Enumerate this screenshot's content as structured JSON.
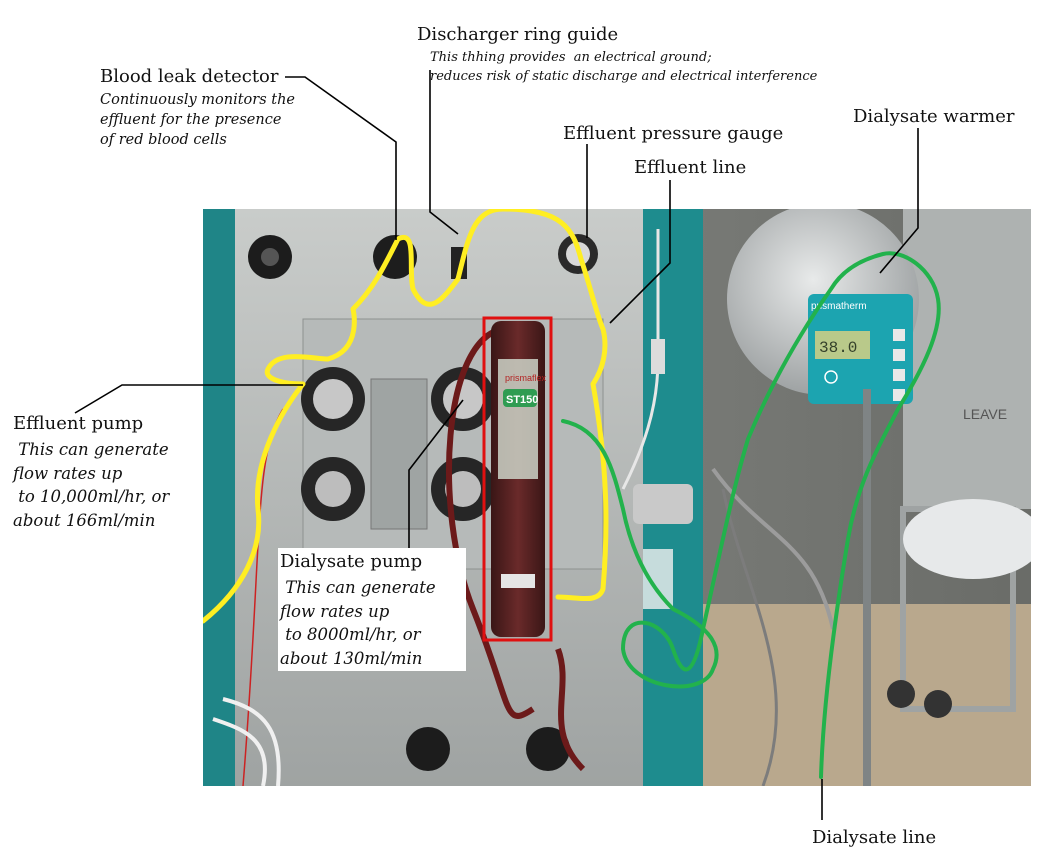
{
  "labels": {
    "discharger_ring_guide": {
      "title": "Discharger ring guide",
      "note": [
        "This thhing provides  an electrical ground;",
        "reduces risk of static discharge and electrical interference"
      ]
    },
    "blood_leak_detector": {
      "title": "Blood leak detector",
      "note": [
        "Continuously monitors the",
        "effluent for the presence",
        "of red blood cells"
      ]
    },
    "effluent_pressure_gauge": {
      "title": "Effluent pressure gauge"
    },
    "effluent_line": {
      "title": "Effluent line"
    },
    "dialysate_warmer": {
      "title": "Dialysate warmer"
    },
    "effluent_pump": {
      "title": "Effluent pump",
      "note": [
        " This can generate",
        "flow rates up",
        " to 10,000ml/hr, or",
        "about 166ml/min"
      ]
    },
    "dialysate_pump": {
      "title": "Dialysate pump",
      "note": [
        " This can generate",
        "flow rates up",
        " to 8000ml/hr, or",
        "about 130ml/min"
      ]
    },
    "dialysate_line": {
      "title": "Dialysate line"
    }
  },
  "photo_text": {
    "filter_brand": "prismaflex",
    "filter_model": "ST150",
    "warmer_brand": "prismatherm",
    "warmer_display": "38.0",
    "linen_text": "LEAVE"
  },
  "colors": {
    "effluent_circuit": "#ffee22",
    "dialysate_circuit": "#22b24c",
    "filter_highlight": "#e01010",
    "machine_teal": "#1e8c8e"
  }
}
